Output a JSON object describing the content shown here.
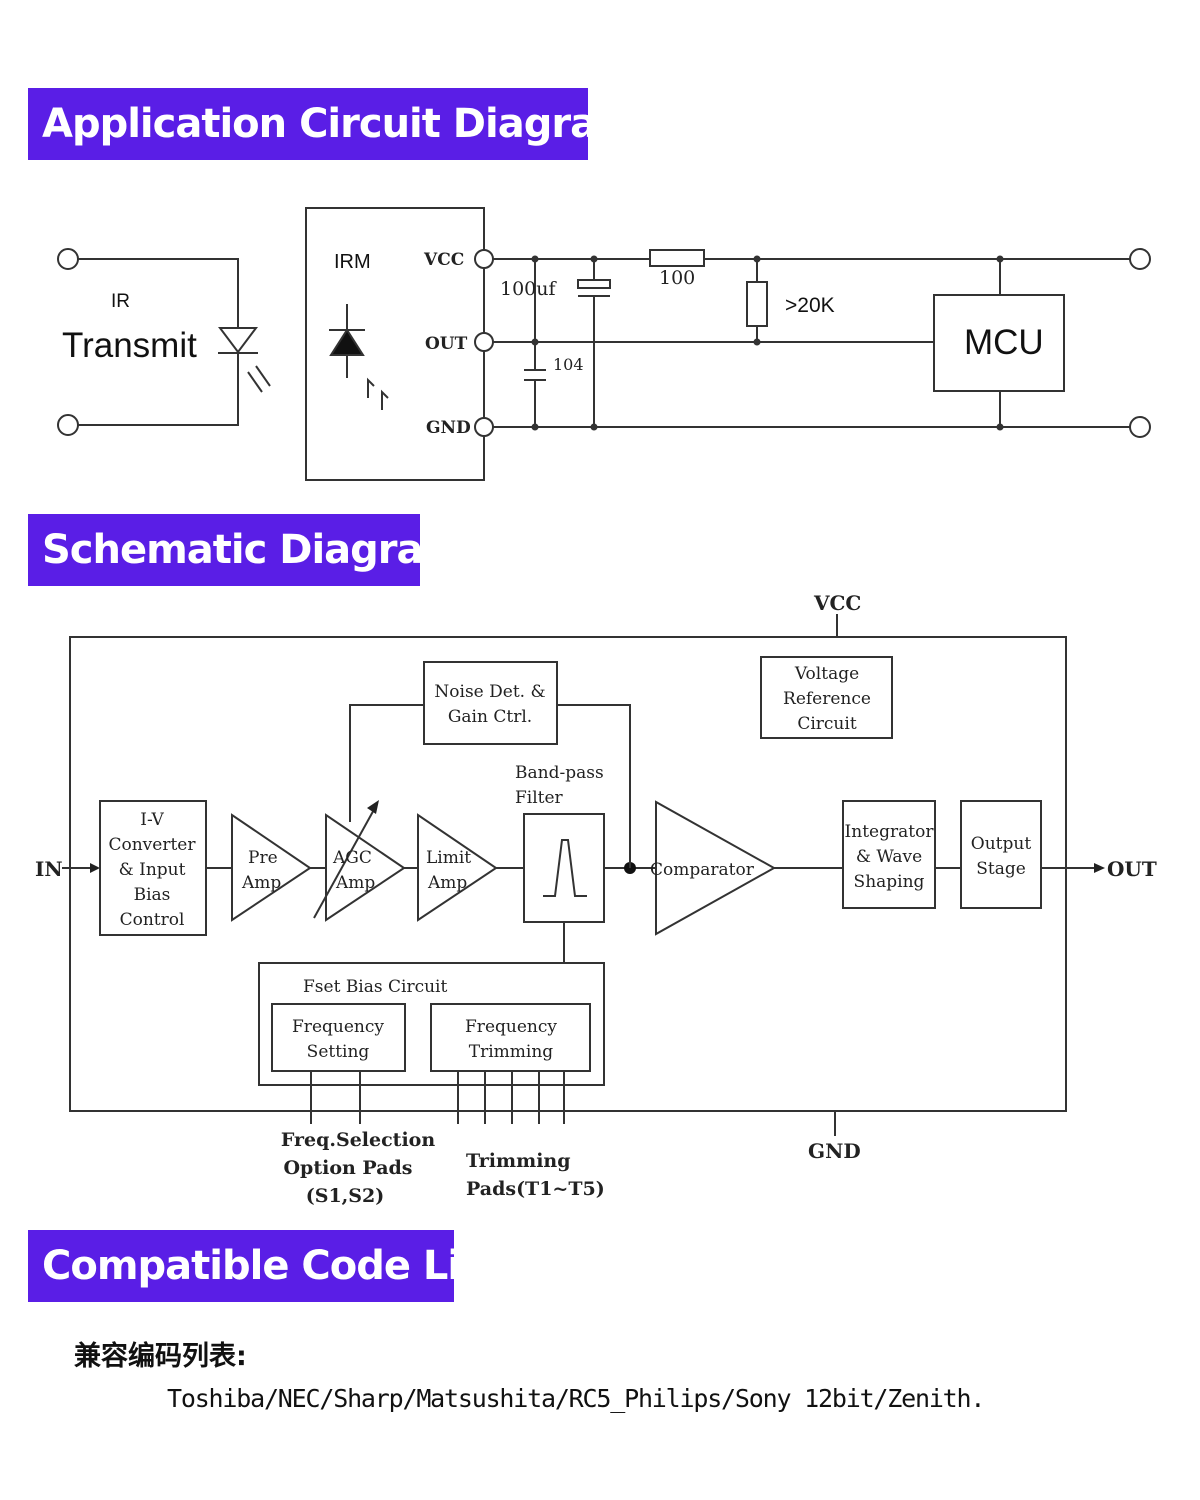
{
  "headings": {
    "application": "Application Circuit Diagram",
    "schematic": "Schematic Diagram",
    "codes": "Compatible Code List"
  },
  "app_circuit": {
    "ir_label": "IR",
    "transmit_label": "Transmit",
    "irm_label": "IRM",
    "vcc_pin": "VCC",
    "out_pin": "OUT",
    "gnd_pin": "GND",
    "cap_100uf": "100uf",
    "cap_104": "104",
    "res_100": "100",
    "res_20k": ">20K",
    "mcu_label": "MCU"
  },
  "schematic": {
    "vcc": "VCC",
    "gnd": "GND",
    "in": "IN",
    "out": "OUT",
    "iv_converter": [
      "I-V",
      "Converter",
      "& Input",
      "Bias",
      "Control"
    ],
    "pre_amp": [
      "Pre",
      "Amp"
    ],
    "agc_amp": [
      "AGC",
      "Amp"
    ],
    "limit_amp": [
      "Limit",
      "Amp"
    ],
    "noise_det": [
      "Noise Det. &",
      "Gain Ctrl."
    ],
    "bandpass": [
      "Band-pass",
      "Filter"
    ],
    "comparator": "Comparator",
    "voltage_ref": [
      "Voltage",
      "Reference",
      "Circuit"
    ],
    "integrator": [
      "Integrator",
      "& Wave",
      "Shaping"
    ],
    "output_stage": [
      "Output",
      "Stage"
    ],
    "fset_bias": "Fset Bias Circuit",
    "freq_setting": [
      "Frequency",
      "Setting"
    ],
    "freq_trimming": [
      "Frequency",
      "Trimming"
    ],
    "freq_selection": [
      "Freq.Selection",
      "Option Pads",
      "(S1,S2)"
    ],
    "trimming_pads": [
      "Trimming",
      "Pads(T1~T5)"
    ]
  },
  "code_list": {
    "title": "兼容编码列表:",
    "codes": "Toshiba/NEC/Sharp/Matsushita/RC5_Philips/Sony 12bit/Zenith."
  },
  "colors": {
    "banner": "#5a1ee6",
    "line": "#333333"
  }
}
